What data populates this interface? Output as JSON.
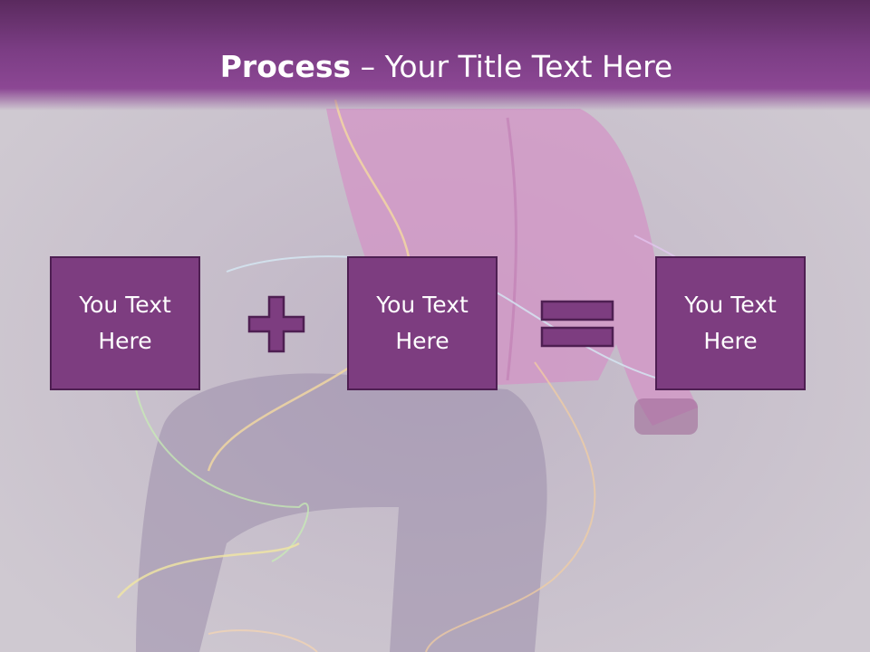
{
  "slide": {
    "title_strong": "Process",
    "title_rest": " – Your Title Text Here"
  },
  "boxes": [
    {
      "text": "You Text\nHere"
    },
    {
      "text": "You Text\nHere"
    },
    {
      "text": "You Text\nHere"
    }
  ],
  "operators": [
    "plus-icon",
    "equals-icon"
  ],
  "colors": {
    "header": "#7b3d84",
    "box_fill": "#7d3d80",
    "box_border": "#4e1f52",
    "background": "#c9c2cc"
  }
}
